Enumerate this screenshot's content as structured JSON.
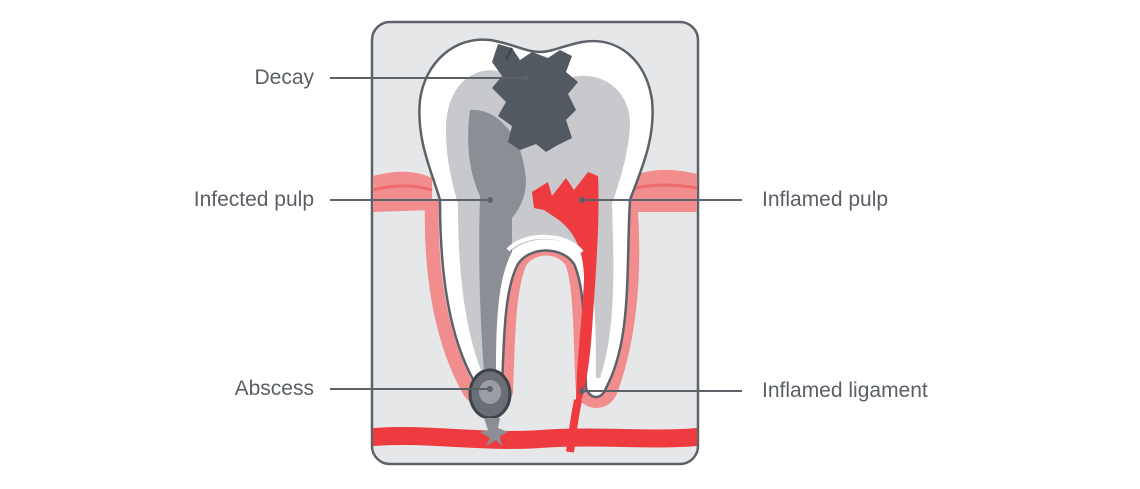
{
  "labels": {
    "decay": "Decay",
    "infected_pulp": "Infected pulp",
    "abscess": "Abscess",
    "inflamed_pulp": "Inflamed pulp",
    "inflamed_ligament": "Inflamed ligament"
  },
  "colors": {
    "panel_bg": "#e6e7e9",
    "panel_border": "#5d6269",
    "gum": "#f28d8d",
    "gum_dark": "#ee6b6b",
    "enamel": "#ffffff",
    "dentin": "#c7c9cc",
    "infected_pulp": "#8b8f95",
    "decay": "#535960",
    "inflamed": "#ee3b3f",
    "leader_line": "#5d6269",
    "label_text": "#5a5f66"
  }
}
